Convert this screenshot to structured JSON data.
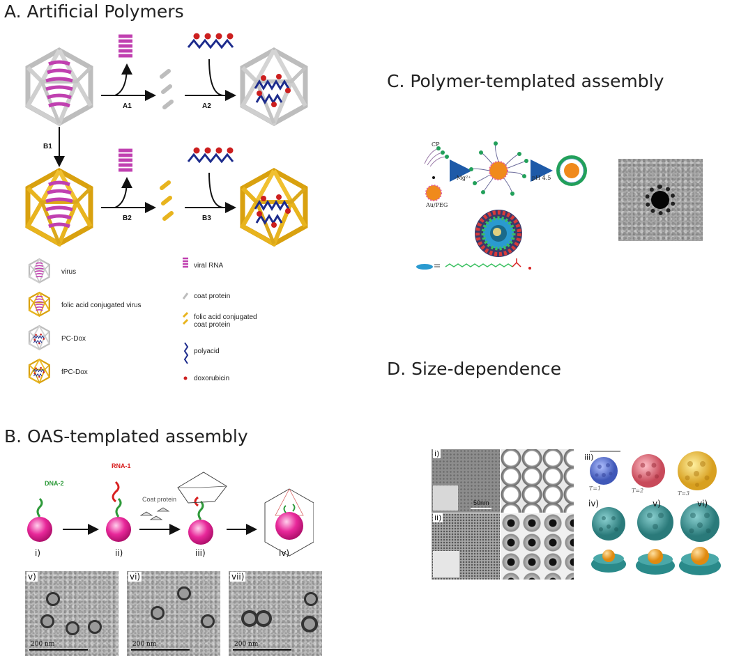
{
  "panelA": {
    "title": "A.  Artificial Polymers",
    "steps": {
      "a1": "A1",
      "a2": "A2",
      "b1": "B1",
      "b2": "B2",
      "b3": "B3"
    },
    "legend_left": [
      "virus",
      "folic acid conjugated virus",
      "PC-Dox",
      "fPC-Dox"
    ],
    "legend_right": [
      "viral RNA",
      "coat protein",
      "folic acid conjugated",
      "coat protein",
      "polyacid",
      "doxorubicin"
    ],
    "colors": {
      "capsid_gray": "#c9c9c9",
      "capsid_gold": "#e8b41e",
      "rna": "#c040b0",
      "polyacid": "#1c2b8c",
      "dox": "#cc1f1f"
    }
  },
  "panelB": {
    "title": "B.  OAS-templated assembly",
    "labels": {
      "dna": "DNA-2",
      "rna": "RNA-1",
      "coat": "Coat protein"
    },
    "stages": [
      "i)",
      "ii)",
      "iii)",
      "iv)"
    ],
    "tem_labels": [
      "v)",
      "vi)",
      "vii)"
    ],
    "scale": "200 nm",
    "colors": {
      "sphere": "#e8289a",
      "dna": "#2e9a3a",
      "rna": "#d82020"
    }
  },
  "panelC": {
    "title": "C.  Polymer-templated assembly",
    "labels": {
      "cp": "CP",
      "aupeg": "Au/PEG",
      "mg": "-Mg²⁺",
      "ph": "pH 4.5"
    },
    "colors": {
      "core": "#f08a1c",
      "shell": "#22a05a",
      "arrow": "#1e5aa8"
    }
  },
  "panelD": {
    "title": "D.  Size-dependence",
    "labels": {
      "i": "i)",
      "ii": "ii)",
      "iii": "iii)",
      "iv": "iv)",
      "v": "v)",
      "vi": "vi)",
      "scale": "50nm",
      "t1": "T=1",
      "t2": "T=2",
      "t3": "T=3"
    },
    "colors": {
      "t1": "#5b73d4",
      "t2": "#e06a78",
      "t3": "#f0c040",
      "teal": "#3a9a9a",
      "gold": "#f0a020"
    }
  }
}
